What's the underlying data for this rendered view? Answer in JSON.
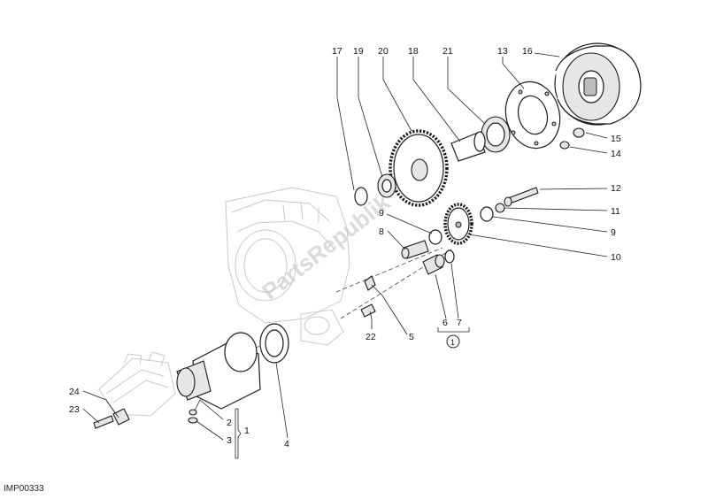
{
  "drawing_code": "IMP00333",
  "watermark": "PartsRepublik",
  "callouts": [
    {
      "id": "17",
      "text": "17"
    },
    {
      "id": "19",
      "text": "19"
    },
    {
      "id": "20",
      "text": "20"
    },
    {
      "id": "18",
      "text": "18"
    },
    {
      "id": "21",
      "text": "21"
    },
    {
      "id": "13",
      "text": "13"
    },
    {
      "id": "16",
      "text": "16"
    },
    {
      "id": "15",
      "text": "15"
    },
    {
      "id": "14",
      "text": "14"
    },
    {
      "id": "12",
      "text": "12"
    },
    {
      "id": "11",
      "text": "11"
    },
    {
      "id": "9a",
      "text": "9"
    },
    {
      "id": "9b",
      "text": "9"
    },
    {
      "id": "8",
      "text": "8"
    },
    {
      "id": "10",
      "text": "10"
    },
    {
      "id": "5",
      "text": "5"
    },
    {
      "id": "6",
      "text": "6"
    },
    {
      "id": "7",
      "text": "7"
    },
    {
      "id": "22",
      "text": "22"
    },
    {
      "id": "24",
      "text": "24"
    },
    {
      "id": "23",
      "text": "23"
    },
    {
      "id": "2",
      "text": "2"
    },
    {
      "id": "3",
      "text": "3"
    },
    {
      "id": "1",
      "text": "1"
    },
    {
      "id": "4",
      "text": "4"
    }
  ],
  "kit_symbol": "1"
}
